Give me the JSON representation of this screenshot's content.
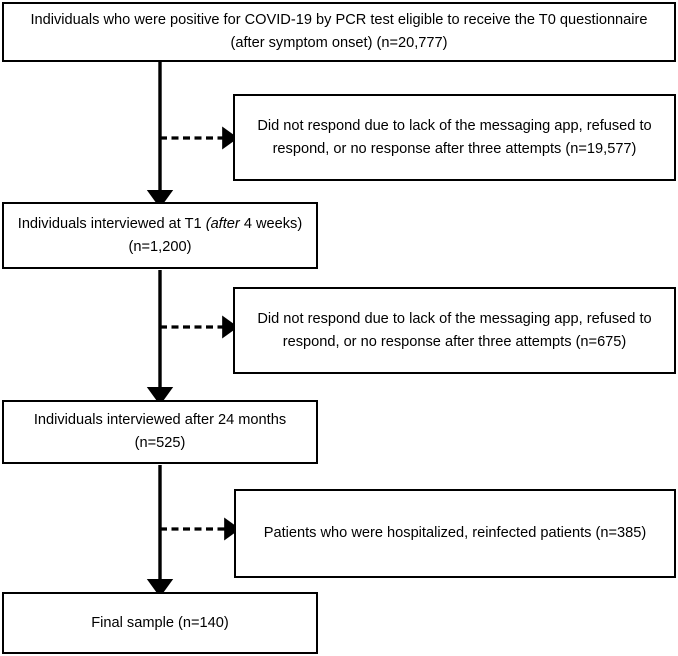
{
  "diagram": {
    "type": "flowchart",
    "title": "Participant flow diagram for COVID-19 PCR-positive cohort",
    "orientation": "top-to-bottom",
    "colors": {
      "stroke": "#000000",
      "fill": "#ffffff",
      "text": "#000000"
    },
    "main_nodes": [
      {
        "id": "node-eligible",
        "name": "eligible-participants-box",
        "text": "Individuals who were positive for COVID-19 by PCR test eligible to receive the T0 questionnaire (after symptom onset) (n=20,777)",
        "count_label": "n=20,777",
        "count": 20777
      },
      {
        "id": "node-t1",
        "name": "interviewed-t1-box",
        "text_before_italic": "Individuals interviewed at T1 ",
        "text_italic": "(after",
        "text_after_italic": " 4 weeks) (n=1,200)",
        "text": "Individuals interviewed at T1 (after 4 weeks) (n=1,200)",
        "count_label": "n=1,200",
        "count": 1200
      },
      {
        "id": "node-24months",
        "name": "interviewed-24-months-box",
        "text": "Individuals interviewed after 24 months (n=525)",
        "count_label": "n=525",
        "count": 525
      },
      {
        "id": "node-final",
        "name": "final-sample-box",
        "text": "Final sample (n=140)",
        "count_label": "n=140",
        "count": 140
      }
    ],
    "exclusion_nodes": [
      {
        "id": "excl-1",
        "name": "exclusion-box-no-response-t1",
        "text": "Did not respond due to lack of the messaging app, refused to respond, or no response after three attempts (n=19,577)",
        "count_label": "n=19,577",
        "count": 19577
      },
      {
        "id": "excl-2",
        "name": "exclusion-box-no-response-24m",
        "text": "Did not respond due to lack of the messaging app, refused to respond, or no response after three attempts (n=675)",
        "count_label": "n=675",
        "count": 675
      },
      {
        "id": "excl-3",
        "name": "exclusion-box-hospitalized-reinfected",
        "text": "Patients who were hospitalized, reinfected patients (n=385)",
        "count_label": "n=385",
        "count": 385
      }
    ],
    "connectors": [
      {
        "name": "arrow-eligible-to-t1",
        "style": "solid",
        "direction": "down"
      },
      {
        "name": "arrow-t1-to-24months",
        "style": "solid",
        "direction": "down"
      },
      {
        "name": "arrow-24months-to-final",
        "style": "solid",
        "direction": "down"
      },
      {
        "name": "arrow-exclusion-1",
        "style": "dashed",
        "direction": "right"
      },
      {
        "name": "arrow-exclusion-2",
        "style": "dashed",
        "direction": "right"
      },
      {
        "name": "arrow-exclusion-3",
        "style": "dashed",
        "direction": "right"
      }
    ]
  }
}
